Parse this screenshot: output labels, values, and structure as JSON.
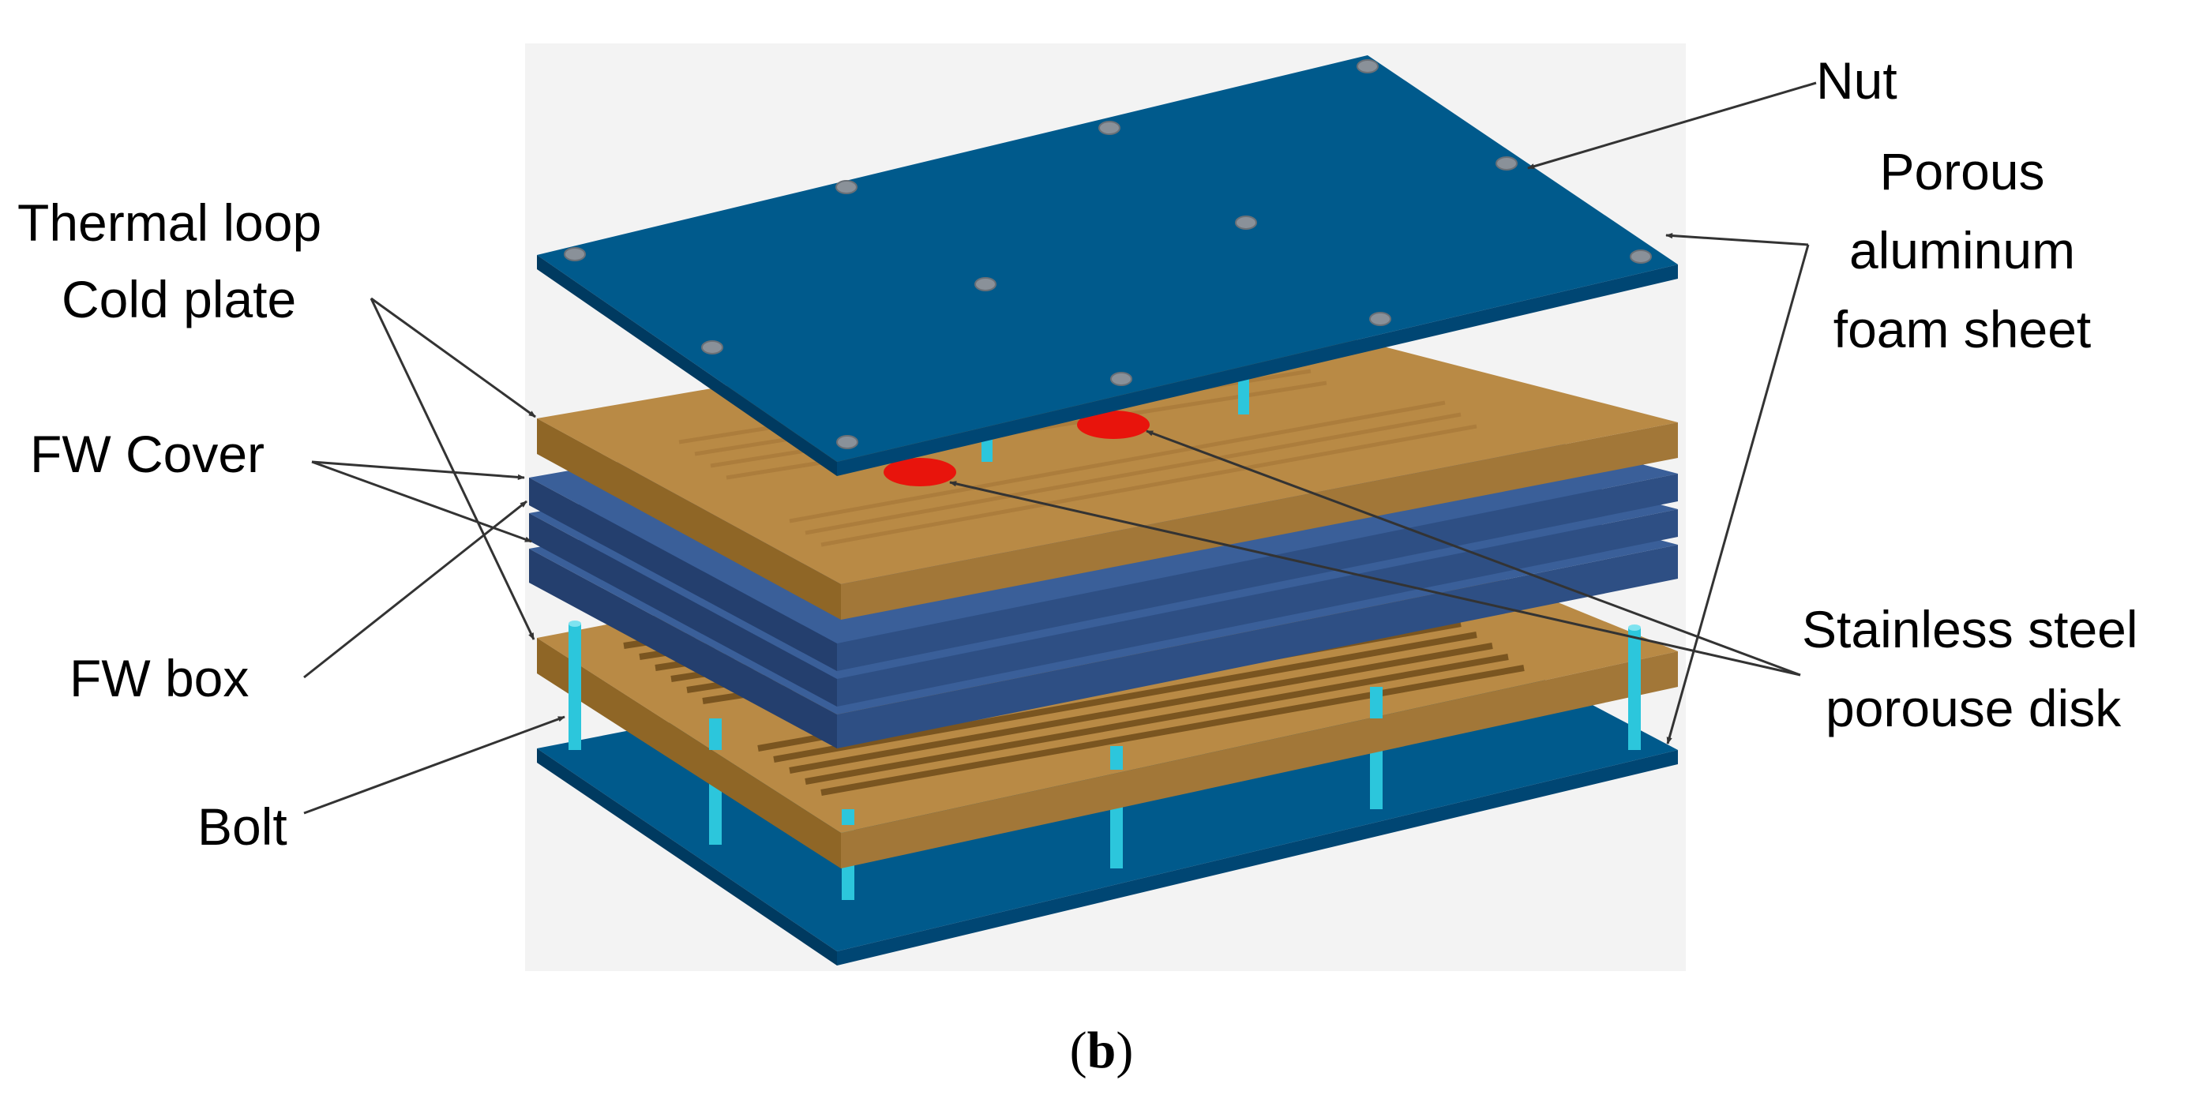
{
  "labels": {
    "thermal_loop": "Thermal loop",
    "cold_plate": "Cold plate",
    "fw_cover": "FW Cover",
    "fw_box": "FW box",
    "bolt": "Bolt",
    "nut": "Nut",
    "porous_line1": "Porous",
    "porous_line2": "aluminum",
    "porous_line3": "foam sheet",
    "stainless_line1": "Stainless steel",
    "stainless_line2": "porouse disk"
  },
  "caption": {
    "open": "(",
    "letter": "b",
    "close": ")"
  },
  "colors": {
    "plate_blue": "#005a8c",
    "fw_blue": "#3a5f99",
    "copper": "#b98a45",
    "bolt": "#2cc6dc",
    "nut": "#8a9199",
    "disk": "#e8140c",
    "background_panel": "#f3f3f3"
  }
}
